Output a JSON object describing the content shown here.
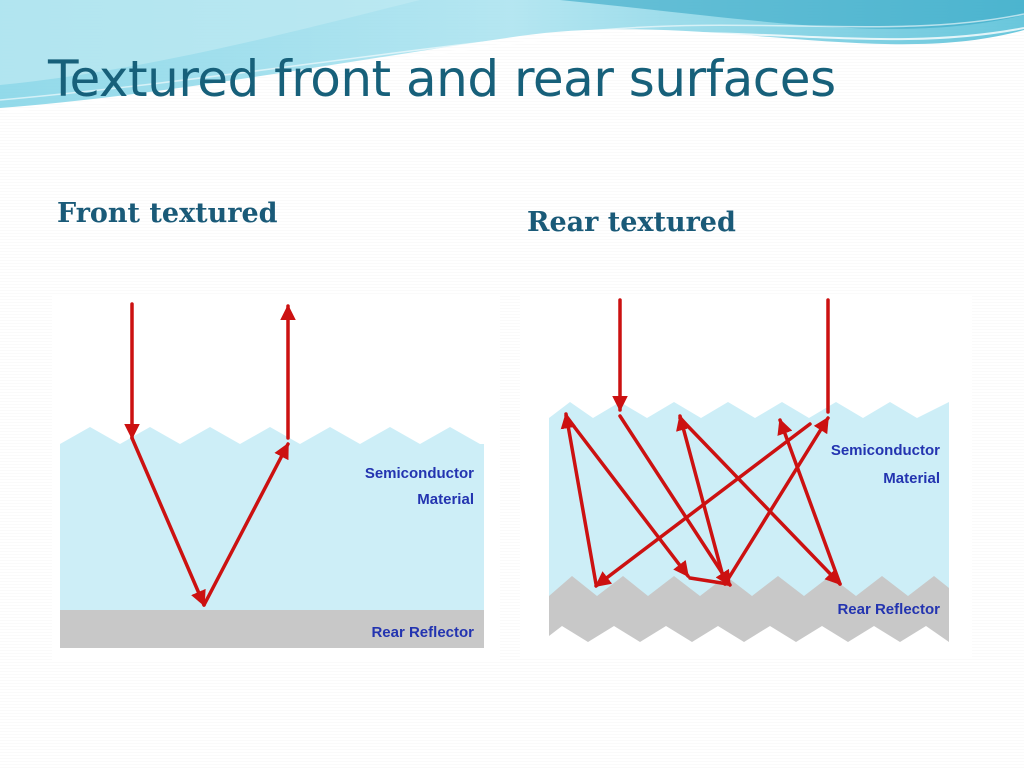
{
  "slide": {
    "title": "Textured front and rear surfaces"
  },
  "front_diagram": {
    "heading": "Front textured",
    "material_label_line1": "Semiconductor",
    "material_label_line2": "Material",
    "reflector_label": "Rear Reflector"
  },
  "rear_diagram": {
    "heading": "Rear textured",
    "material_label_line1": "Semiconductor",
    "material_label_line2": "Material",
    "reflector_label": "Rear Reflector"
  },
  "colors": {
    "title": "#17607a",
    "semiconductor_fill": "#cdeef7",
    "reflector_fill": "#c8c8c8",
    "ray": "#cc1111",
    "label_text": "#2334b0",
    "banner_teal": "#5fc3d8"
  }
}
